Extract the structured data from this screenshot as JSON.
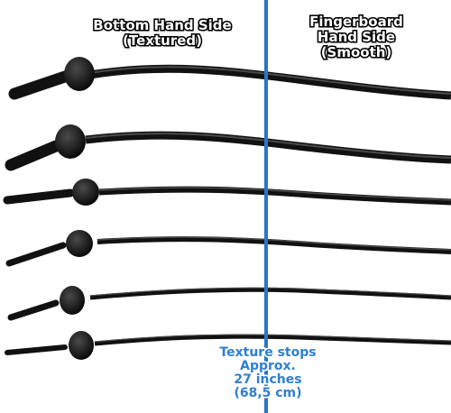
{
  "left_header": {
    "line1": "Bottom Hand Side",
    "line2": "(Textured)"
  },
  "right_header": {
    "line1": "Fingerboard",
    "line2": "Hand Side",
    "line3": "(Smooth)"
  },
  "note": {
    "line1": "Texture stops",
    "line2": "Approx.",
    "line3": "27 inches",
    "line4": "(68,5 cm)"
  },
  "colors": {
    "divider": "#2a77c4",
    "note_text": "#2f7fd1",
    "background": "#ffffff",
    "string": "#1a1a1a"
  }
}
